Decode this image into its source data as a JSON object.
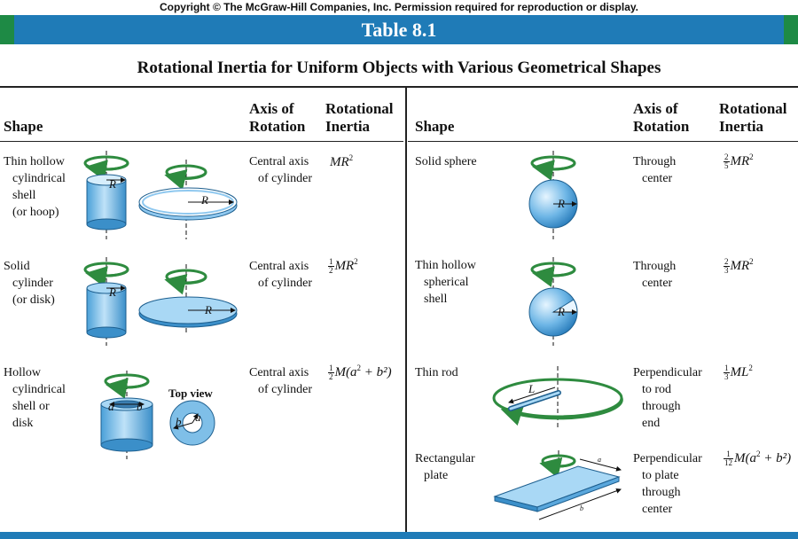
{
  "copyright": "Copyright © The McGraw-Hill Companies, Inc. Permission required for reproduction or display.",
  "table_label": "Table 8.1",
  "subtitle": "Rotational Inertia for Uniform Objects with Various Geometrical Shapes",
  "headers": {
    "shape": "Shape",
    "axis_line1": "Axis of",
    "axis_line2": "Rotation",
    "inertia_line1": "Rotational",
    "inertia_line2": "Inertia"
  },
  "colors": {
    "banner": "#1f7bb7",
    "banner_edge": "#1e8a45",
    "object_fill": "#8fc8ef",
    "arrow": "#2e8b3f"
  },
  "top_view_label": "Top view",
  "left_rows": [
    {
      "shape_lines": [
        "Thin hollow",
        "cylindrical",
        "shell",
        "(or hoop)"
      ],
      "axis_lines": [
        "Central axis",
        "of cylinder"
      ],
      "formula": {
        "coef_num": "",
        "coef_den": "",
        "body": "MR",
        "sup": "2",
        "tail": ""
      }
    },
    {
      "shape_lines": [
        "Solid",
        "cylinder",
        "(or disk)"
      ],
      "axis_lines": [
        "Central axis",
        "of cylinder"
      ],
      "formula": {
        "coef_num": "1",
        "coef_den": "2",
        "body": "MR",
        "sup": "2",
        "tail": ""
      }
    },
    {
      "shape_lines": [
        "Hollow",
        "cylindrical",
        "shell or",
        "disk"
      ],
      "axis_lines": [
        "Central axis",
        "of cylinder"
      ],
      "formula": {
        "coef_num": "1",
        "coef_den": "2",
        "body": "M(a",
        "sup": "2",
        "tail": " + b²)"
      }
    }
  ],
  "right_rows": [
    {
      "shape_lines": [
        "Solid sphere"
      ],
      "axis_lines": [
        "Through",
        "center"
      ],
      "formula": {
        "coef_num": "2",
        "coef_den": "5",
        "body": "MR",
        "sup": "2",
        "tail": ""
      }
    },
    {
      "shape_lines": [
        "Thin hollow",
        "spherical",
        "shell"
      ],
      "axis_lines": [
        "Through",
        "center"
      ],
      "formula": {
        "coef_num": "2",
        "coef_den": "3",
        "body": "MR",
        "sup": "2",
        "tail": ""
      }
    },
    {
      "shape_lines": [
        "Thin rod"
      ],
      "axis_lines": [
        "Perpendicular",
        "to rod",
        "through",
        "end"
      ],
      "formula": {
        "coef_num": "1",
        "coef_den": "3",
        "body": "ML",
        "sup": "2",
        "tail": ""
      }
    },
    {
      "shape_lines": [
        "Rectangular",
        "plate"
      ],
      "axis_lines": [
        "Perpendicular",
        "to plate",
        "through",
        "center"
      ],
      "formula": {
        "coef_num": "1",
        "coef_den": "12",
        "body": "M(a",
        "sup": "2",
        "tail": " + b²)"
      }
    }
  ],
  "labels": {
    "R": "R",
    "a": "a",
    "b": "b",
    "L": "L"
  }
}
